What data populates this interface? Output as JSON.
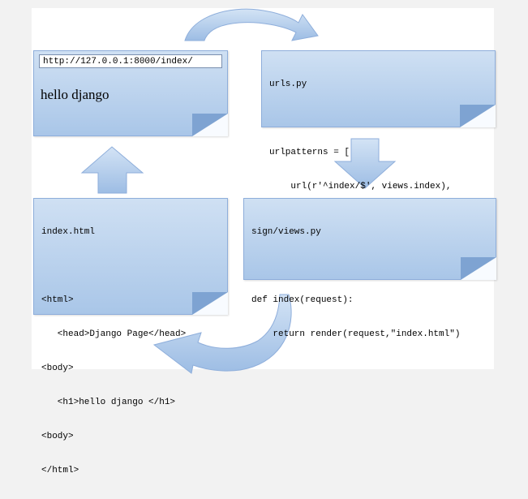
{
  "browser_note": {
    "url": "http://127.0.0.1:8000/index/",
    "content": "hello django"
  },
  "urls_note": {
    "lines": [
      "urls.py",
      "",
      "urlpatterns = [",
      "    url(r'^index/$', views.index),",
      "]"
    ]
  },
  "template_note": {
    "lines": [
      "index.html",
      "",
      "<html>",
      "   <head>Django Page</head>",
      "<body>",
      "   <h1>hello django </h1>",
      "<body>",
      "</html>"
    ]
  },
  "views_note": {
    "lines": [
      "sign/views.py",
      "",
      "def index(request):",
      "    return render(request,\"index.html\")"
    ]
  },
  "colors": {
    "note_fill": "#bcd3ee",
    "arrow_fill": "#a9c6e8",
    "arrow_stroke": "#8eaedb"
  }
}
